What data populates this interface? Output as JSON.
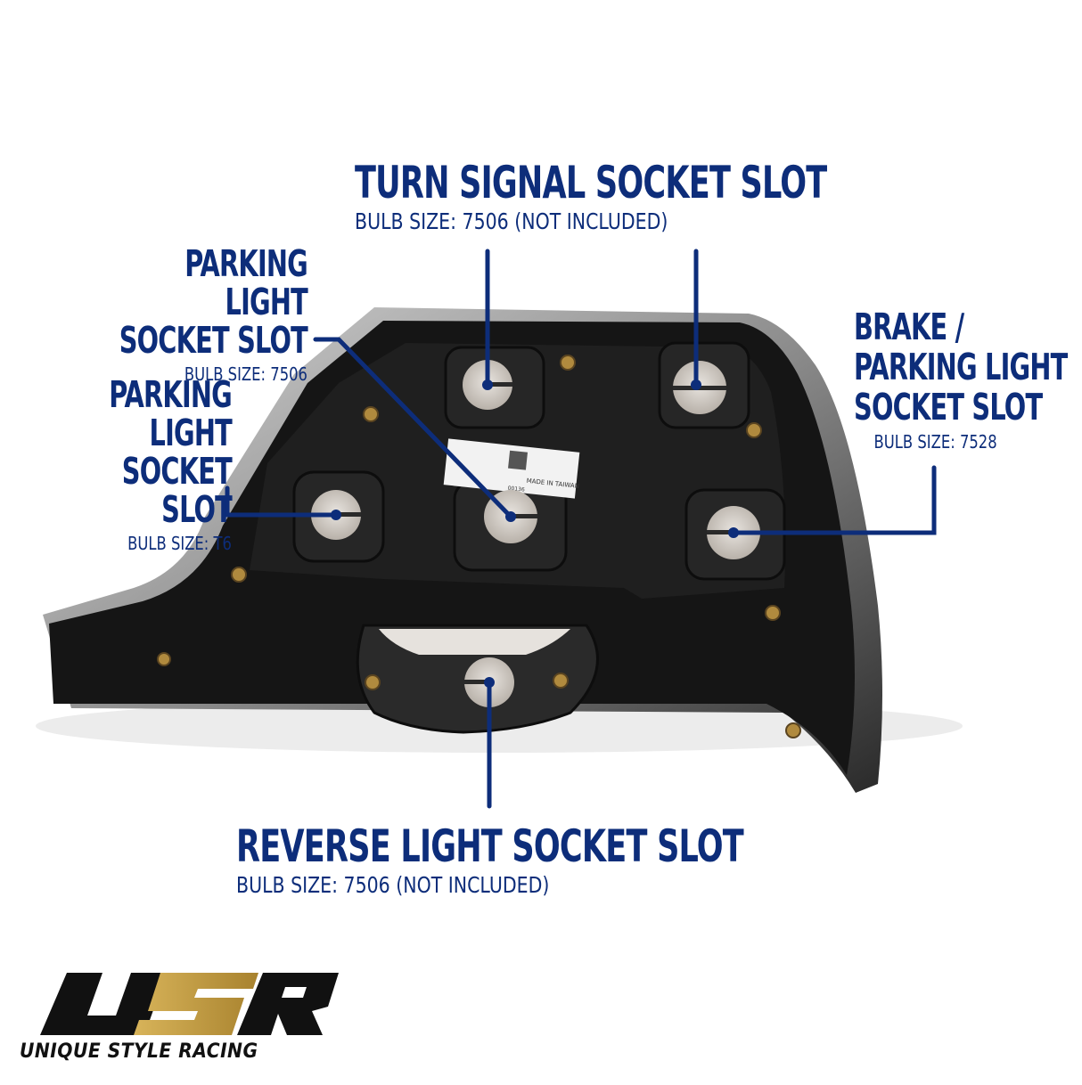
{
  "labels": {
    "turn_signal": {
      "title": "TURN SIGNAL SOCKET SLOT",
      "sub": "BULB SIZE: 7506 (NOT INCLUDED)"
    },
    "parking_upper": {
      "title": "PARKING LIGHT\nSOCKET SLOT",
      "sub": "BULB SIZE: 7506"
    },
    "parking_lower": {
      "title": "PARKING LIGHT\nSOCKET SLOT",
      "sub": "BULB SIZE: T6"
    },
    "brake_parking": {
      "title": "BRAKE /\nPARKING LIGHT\nSOCKET SLOT",
      "sub": "BULB SIZE: 7528"
    },
    "reverse": {
      "title": "REVERSE LIGHT SOCKET SLOT",
      "sub": "BULB SIZE: 7506 (NOT INCLUDED)"
    }
  },
  "product_sticker": {
    "line1": "MADE IN TAIWAN",
    "line2": "00136"
  },
  "logo": {
    "mark": "USR",
    "tagline": "UNIQUE STYLE RACING"
  },
  "colors": {
    "label_blue": "#0d2d7a",
    "logo_gold": "#c9a24a",
    "housing": "#151515"
  }
}
